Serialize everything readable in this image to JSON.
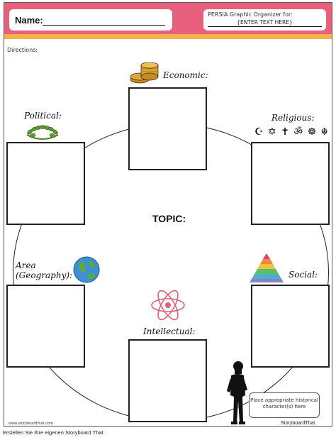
{
  "header": {
    "name_label": "Name:",
    "organizer_title": "PERSIA Graphic Organizer for:",
    "organizer_value": "{ENTER TEXT HERE}"
  },
  "directions_label": "Directions:",
  "topic_label": "TOPIC:",
  "categories": {
    "economic": "Economic:",
    "political": "Political:",
    "religious": "Religious:",
    "area": "Area (Geography):",
    "social": "Social:",
    "intellectual": "Intellectual:"
  },
  "religious_symbols": "☪ ✡ ✝ ॐ ☸ ☬",
  "character_note": "Place appropriate historical character(s) here",
  "website": "www.storyboardthat.com",
  "logo_text": "StoryboardThat",
  "footer_text": "Erstellen Sie Ihre eigenen Storyboard That",
  "colors": {
    "header_pink": "#e8607d",
    "header_stripe": "#f4b24a"
  }
}
